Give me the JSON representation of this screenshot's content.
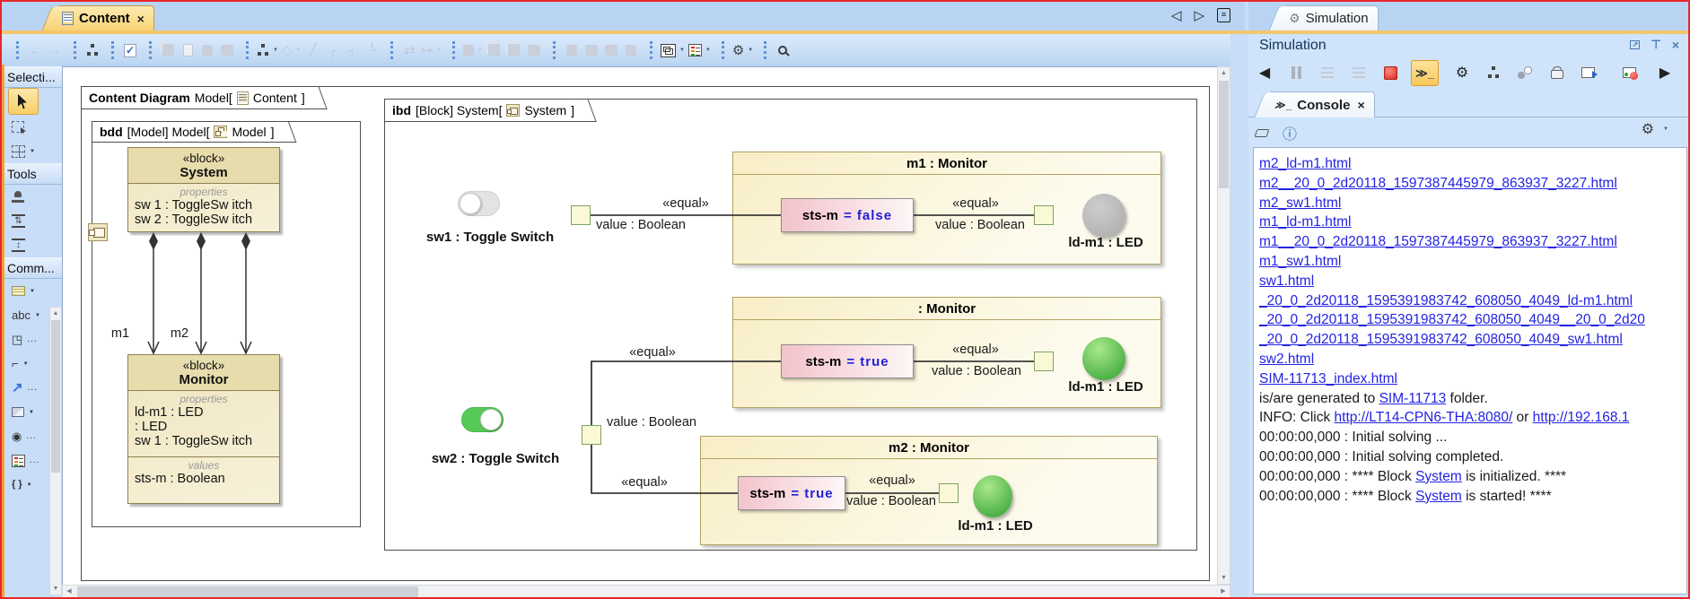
{
  "window": {
    "tab_title": "Content",
    "tab_close": "×",
    "nav_prev": "◁",
    "nav_next": "▷",
    "nav_list": "≡"
  },
  "glyphs": {
    "caret": "▼",
    "dots": "...",
    "up": "▲",
    "down": "▼",
    "left": "◀",
    "right": "▶"
  },
  "main_toolbar": {
    "groups": [
      {
        "items": [
          {
            "n": "back-button",
            "g": "←",
            "d": 1
          },
          {
            "n": "forward-button",
            "g": "→",
            "d": 1
          }
        ]
      },
      {
        "items": [
          {
            "n": "containment-tree-button",
            "sp": "org"
          }
        ]
      },
      {
        "items": [
          {
            "n": "validate-diagram-button",
            "sp": "check",
            "g": "✓"
          }
        ]
      },
      {
        "items": [
          {
            "n": "copy-button",
            "sp": "dsA",
            "d": 1
          },
          {
            "n": "paste-button",
            "sp": "dsB",
            "d": 1
          },
          {
            "n": "delete-button",
            "sp": "dsC",
            "d": 1
          },
          {
            "n": "delete-from-model-button",
            "sp": "dsD",
            "d": 1
          }
        ]
      },
      {
        "items": [
          {
            "n": "layout-button",
            "sp": "org",
            "caret": 1
          },
          {
            "n": "quick-layout-button",
            "g": "◇",
            "d": 1,
            "caret": 1
          },
          {
            "n": "draw-line-button",
            "g": "╱",
            "d": 1
          },
          {
            "n": "rectilinear-button",
            "g": "┌",
            "d": 1
          },
          {
            "n": "oblique-button",
            "g": "┐",
            "d": 1
          },
          {
            "n": "curve-button",
            "g": "╰",
            "d": 1
          }
        ]
      },
      {
        "items": [
          {
            "n": "swap-button",
            "g": "⇄",
            "d": 1
          },
          {
            "n": "reset-edges-button",
            "g": "↦",
            "d": 1,
            "caret": 1
          }
        ]
      },
      {
        "items": [
          {
            "n": "fill-color-button",
            "sp": "dsC",
            "d": 1,
            "caret": 1
          },
          {
            "n": "bring-forward-button",
            "sp": "dsA",
            "d": 1
          },
          {
            "n": "send-backward-button",
            "sp": "dsA",
            "d": 1
          },
          {
            "n": "format-painter-button",
            "sp": "dsD",
            "d": 1
          }
        ]
      },
      {
        "items": [
          {
            "n": "autosize-button",
            "sp": "dsC",
            "d": 1
          },
          {
            "n": "make-same-size-button",
            "sp": "dsD",
            "d": 1
          },
          {
            "n": "properties-view-button",
            "sp": "dsD",
            "d": 1
          },
          {
            "n": "compartments-button",
            "sp": "dsC",
            "d": 1
          }
        ]
      },
      {
        "items": [
          {
            "n": "show-elements-button",
            "sp": "winlay",
            "caret": 1
          },
          {
            "n": "legend-button",
            "sp": "legend",
            "caret": 1
          }
        ]
      },
      {
        "items": [
          {
            "n": "diagram-options-button",
            "g": "⚙",
            "caret": 1
          }
        ]
      },
      {
        "items": [
          {
            "n": "find-in-diagram-button",
            "sp": "mag"
          }
        ]
      }
    ]
  },
  "sidebar": {
    "sections": [
      {
        "label": "Selecti...",
        "items": [
          {
            "n": "selection-tool",
            "sp": "arrowcur",
            "active": 1
          },
          {
            "n": "marquee-selection-tool",
            "sp": "marquee"
          },
          {
            "n": "group-selection-tool",
            "sp": "gridsel",
            "caret": 1
          }
        ]
      },
      {
        "label": "Tools",
        "items": [
          {
            "n": "stamp-tool",
            "sp": "stamp"
          },
          {
            "n": "align-top-tool",
            "sp": "alignA",
            "g": "⇅"
          },
          {
            "n": "align-bottom-tool",
            "sp": "alignB",
            "g": "↕"
          }
        ]
      },
      {
        "label": "Comm...",
        "items": [
          {
            "n": "note-tool",
            "sp": "note",
            "caret": 1
          },
          {
            "n": "text-tool",
            "g": "abc",
            "caret": 1
          },
          {
            "n": "callout-tool",
            "g": "◳",
            "dots": 1
          },
          {
            "n": "anchor-tool",
            "g": "⌐",
            "caret": 1
          },
          {
            "n": "dependency-tool",
            "g": "↗",
            "blue": 1,
            "dots": 1
          },
          {
            "n": "image-shape-tool",
            "sp": "image",
            "caret": 1
          },
          {
            "n": "diagram-overview-tool",
            "g": "◉",
            "dots": 1
          },
          {
            "n": "legend-tool",
            "sp": "legend",
            "dots": 1
          },
          {
            "n": "constraint-brace-tool",
            "g": "{ }",
            "sp2": "brace",
            "caret": 1
          }
        ]
      }
    ]
  },
  "diagram": {
    "frame": {
      "title": "Content Diagram",
      "ctx": "Model[",
      "target": "Content",
      "close": "]"
    },
    "bdd": {
      "header": {
        "kind": "bdd",
        "meta": "[Model] Model[",
        "target": "Model",
        "close": "]"
      },
      "system": {
        "stereotype": "«block»",
        "name": "System",
        "props_label": "properties",
        "properties": [
          "sw 1 : ToggleSw itch",
          "sw 2 : ToggleSw itch"
        ]
      },
      "monitor": {
        "stereotype": "«block»",
        "name": "Monitor",
        "props_label": "properties",
        "properties": [
          "ld-m1 : LED",
          " : LED",
          "sw 1 : ToggleSw itch"
        ],
        "values_label": "values",
        "values": [
          "sts-m : Boolean"
        ]
      },
      "edge_labels": [
        "m1",
        "m2"
      ]
    },
    "ibd": {
      "header": {
        "kind": "ibd",
        "meta": "[Block] System[",
        "target": "System",
        "close": "]"
      },
      "lbl_equal": "«equal»",
      "lbl_value": "value : Boolean",
      "sw1": {
        "label": "sw1 : Toggle Switch",
        "state": "off"
      },
      "sw2": {
        "label": "sw2 : Toggle Switch",
        "state": "on"
      },
      "m1": {
        "title": "m1 : Monitor",
        "sts_name": "sts-m",
        "sts_value": "= false",
        "led_label": "ld-m1 : LED",
        "led_state": "off"
      },
      "mon": {
        "title": ": Monitor",
        "sts_name": "sts-m",
        "sts_value": "= true",
        "led_label": "ld-m1 : LED",
        "led_state": "on"
      },
      "m2": {
        "title": "m2 : Monitor",
        "sts_name": "sts-m",
        "sts_value": "= true",
        "led_label": "ld-m1 : LED",
        "led_state": "on"
      }
    }
  },
  "simulation": {
    "tab_label": "Simulation",
    "panel_title": "Simulation",
    "console_tab_label": "Console",
    "console_tab_close": "×",
    "console_glyph": "≫_",
    "toolbar": [
      {
        "n": "animation-speed-button",
        "g": "◀",
        "dark": 1
      },
      {
        "n": "pause-button",
        "sp": "pause"
      },
      {
        "n": "step-into-button",
        "sp": "steps"
      },
      {
        "n": "step-over-button",
        "sp": "steps"
      },
      {
        "n": "terminate-button",
        "sp": "stop"
      },
      {
        "n": "console-toggle-button",
        "sp": "consolebtn",
        "g": "≫_",
        "mr": 14
      },
      {
        "n": "simulation-options-button",
        "g": "⚙",
        "dark": 1
      },
      {
        "n": "containment-view-button",
        "sp": "org"
      },
      {
        "n": "instances-button",
        "sp": "circles"
      },
      {
        "n": "lock-button",
        "sp": "lock"
      },
      {
        "n": "export-button",
        "sp": "export",
        "mr": 22
      },
      {
        "n": "breakpoints-button",
        "sp": "bp",
        "mr": 16
      },
      {
        "n": "more-button",
        "g": "▶",
        "dark": 1
      }
    ],
    "console": {
      "lines": [
        [
          {
            "t": "m2_ld-m1.html",
            "l": 1
          }
        ],
        [
          {
            "t": "m2__20_0_2d20118_1597387445979_863937_3227.html",
            "l": 1
          }
        ],
        [
          {
            "t": "m2_sw1.html",
            "l": 1
          }
        ],
        [
          {
            "t": "m1_ld-m1.html",
            "l": 1
          }
        ],
        [
          {
            "t": "m1__20_0_2d20118_1597387445979_863937_3227.html",
            "l": 1
          }
        ],
        [
          {
            "t": "m1_sw1.html",
            "l": 1
          }
        ],
        [
          {
            "t": "sw1.html",
            "l": 1
          }
        ],
        [
          {
            "t": "_20_0_2d20118_1595391983742_608050_4049_ld-m1.html",
            "l": 1
          }
        ],
        [
          {
            "t": "_20_0_2d20118_1595391983742_608050_4049__20_0_2d20",
            "l": 1
          }
        ],
        [
          {
            "t": "_20_0_2d20118_1595391983742_608050_4049_sw1.html",
            "l": 1
          }
        ],
        [
          {
            "t": "sw2.html",
            "l": 1
          }
        ],
        [
          {
            "t": "SIM-11713_index.html",
            "l": 1
          }
        ],
        [
          {
            "t": "is/are generated to "
          },
          {
            "t": "SIM-11713",
            "l": 1
          },
          {
            "t": " folder."
          }
        ],
        [
          {
            "t": "INFO: Click "
          },
          {
            "t": "http://LT14-CPN6-THA:8080/",
            "l": 1
          },
          {
            "t": " or "
          },
          {
            "t": "http://192.168.1",
            "l": 1
          }
        ],
        [
          {
            "t": "00:00:00,000 : Initial solving ..."
          }
        ],
        [
          {
            "t": "00:00:00,000 : Initial solving completed."
          }
        ],
        [
          {
            "t": "00:00:00,000 : **** Block "
          },
          {
            "t": "System",
            "l": 1
          },
          {
            "t": " is initialized. ****"
          }
        ],
        [
          {
            "t": "00:00:00,000 : **** Block "
          },
          {
            "t": "System",
            "l": 1
          },
          {
            "t": " is started! ****"
          }
        ]
      ]
    }
  },
  "colors": {
    "link": "#2323e2",
    "led_on": "#3fae3f",
    "led_off": "#b5b5b5",
    "toggle_on": "#57c957",
    "stop_red": "#d82c20",
    "active_tab": "#f8d374",
    "sts_value": "#1f1fd8"
  }
}
